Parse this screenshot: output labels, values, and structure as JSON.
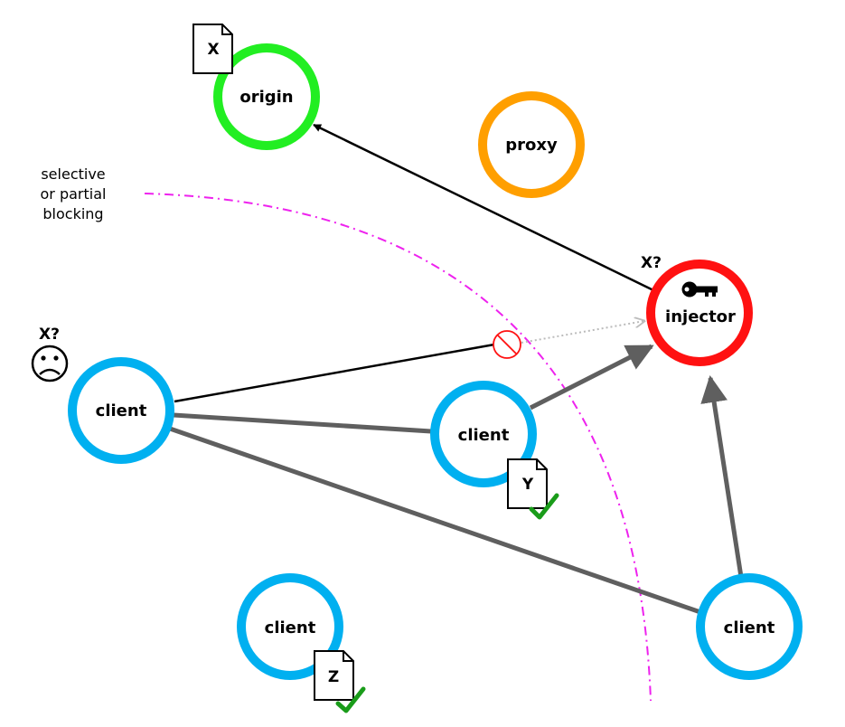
{
  "nodes": {
    "origin": {
      "label": "origin",
      "color": "#22ee22"
    },
    "proxy": {
      "label": "proxy",
      "color": "#ff9f00"
    },
    "injector": {
      "label": "injector",
      "color": "#ff1111"
    },
    "client_left": {
      "label": "client",
      "color": "#00b0f0"
    },
    "client_middle": {
      "label": "client",
      "color": "#00b0f0"
    },
    "client_bottom": {
      "label": "client",
      "color": "#00b0f0"
    },
    "client_right": {
      "label": "client",
      "color": "#00b0f0"
    }
  },
  "documents": {
    "x": {
      "label": "X"
    },
    "y": {
      "label": "Y"
    },
    "z": {
      "label": "Z"
    }
  },
  "annotations": {
    "injector_question": "X?",
    "client_question": "X?",
    "blocking_line1": "selective",
    "blocking_line2": "or partial",
    "blocking_line3": "blocking"
  },
  "colors": {
    "peer_link": "#5f5f5f",
    "request_link": "#000000",
    "blocked_link": "#bbbbbb",
    "blocking_boundary": "#ee22ee",
    "block_sign": "#ff1111",
    "check": "#1a9c1a"
  },
  "icons": {
    "injector": "key-icon",
    "client": "sad-face-icon",
    "blocked": "no-entry-icon",
    "delivered": "checkmark-icon",
    "file": "file-icon"
  }
}
